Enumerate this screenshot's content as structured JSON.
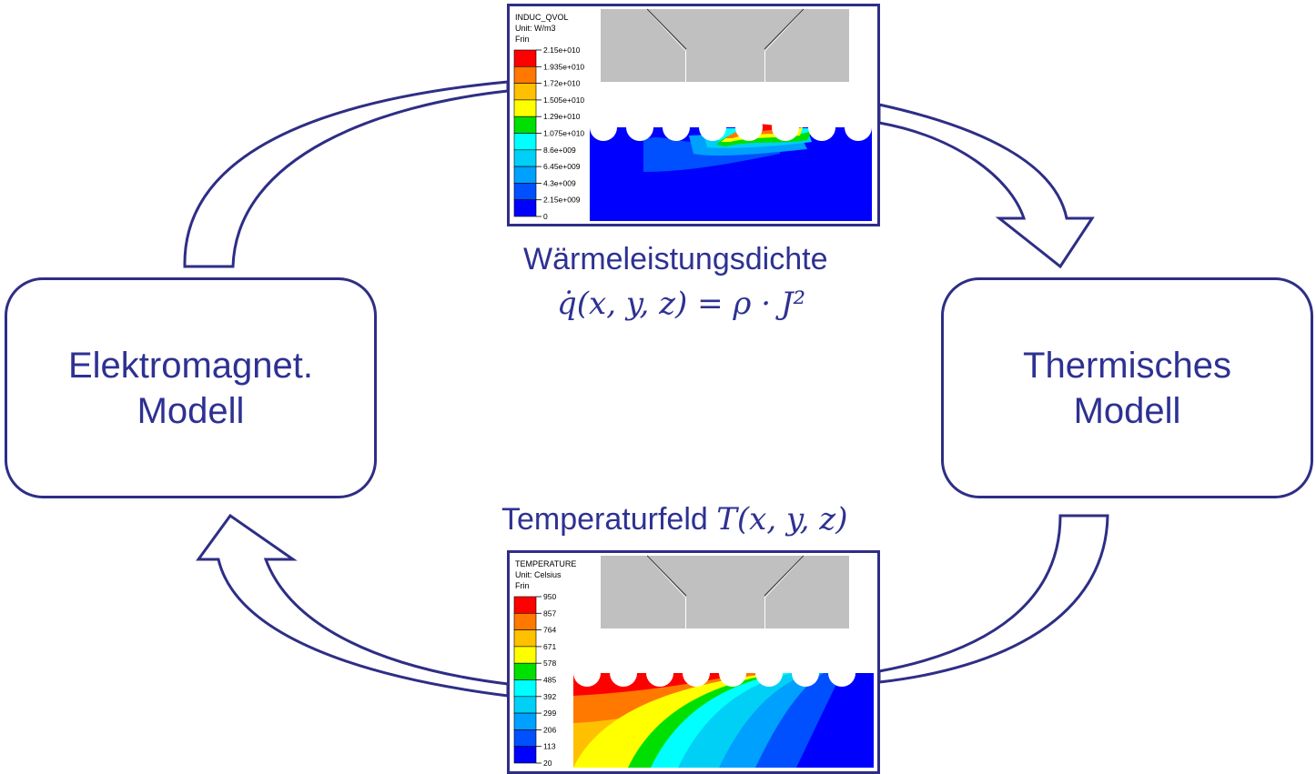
{
  "left_box": {
    "line1": "Elektromagnet.",
    "line2": "Modell"
  },
  "right_box": {
    "line1": "Thermisches",
    "line2": "Modell"
  },
  "top_caption": {
    "title": "Wärmeleistungsdichte",
    "formula": "q̇(x, y, z) = ρ · J²"
  },
  "bottom_caption": {
    "title": "Temperaturfeld",
    "formula": "T(x, y, z)"
  },
  "colors": {
    "accent": "#2e3192",
    "bands": [
      "#ff0000",
      "#ff7800",
      "#ffc000",
      "#ffff00",
      "#00e000",
      "#00ffff",
      "#00d0f5",
      "#00a0ff",
      "#0050ff",
      "#0000ff"
    ]
  },
  "top_plot": {
    "variable": "INDUC_QVOL",
    "unit": "Unit: W/m3",
    "frin": "Frin",
    "ticks": [
      "2.15e+010",
      "1.935e+010",
      "1.72e+010",
      "1.505e+010",
      "1.29e+010",
      "1.075e+010",
      "8.6e+009",
      "6.45e+009",
      "4.3e+009",
      "2.15e+009",
      "0"
    ]
  },
  "bottom_plot": {
    "variable": "TEMPERATURE",
    "unit": "Unit: Celsius",
    "frin": "Frin",
    "ticks": [
      "950",
      "857",
      "764",
      "671",
      "578",
      "485",
      "392",
      "299",
      "206",
      "113",
      "20"
    ]
  }
}
